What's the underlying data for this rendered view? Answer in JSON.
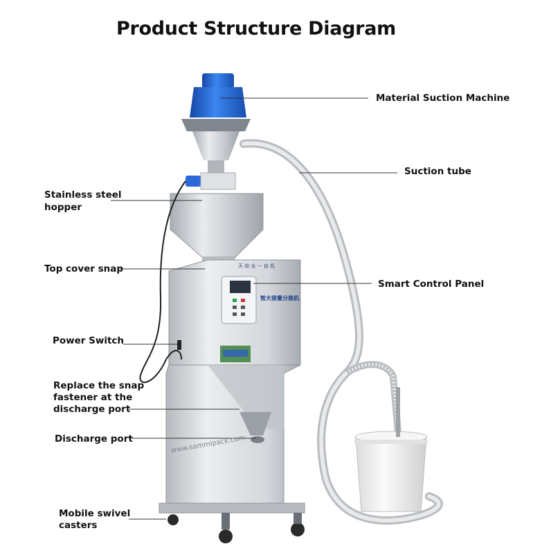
{
  "title": "Product Structure Diagram",
  "labels": {
    "material_suction_machine": "Material Suction Machine",
    "suction_tube": "Suction tube",
    "stainless_hopper_line1": "Stainless steel",
    "stainless_hopper_line2": "hopper",
    "top_cover_snap": "Top cover snap",
    "smart_control_panel": "Smart Control Panel",
    "power_switch": "Power Switch",
    "replace_snap_line1": "Replace the snap",
    "replace_snap_line2": "fastener at the",
    "replace_snap_line3": "discharge port",
    "discharge_port": "Discharge port",
    "casters_line1": "Mobile swivel",
    "casters_line2": "casters"
  },
  "machine_text": {
    "panel_brand": "智大容量分装机",
    "panel_top": "天 和 全 一 自 机",
    "watermark": "www.sammipack.com"
  },
  "colors": {
    "suction_blue": "#1f5fc4",
    "steel": "#c9cdd2",
    "bucket": "#f2f2f2"
  }
}
